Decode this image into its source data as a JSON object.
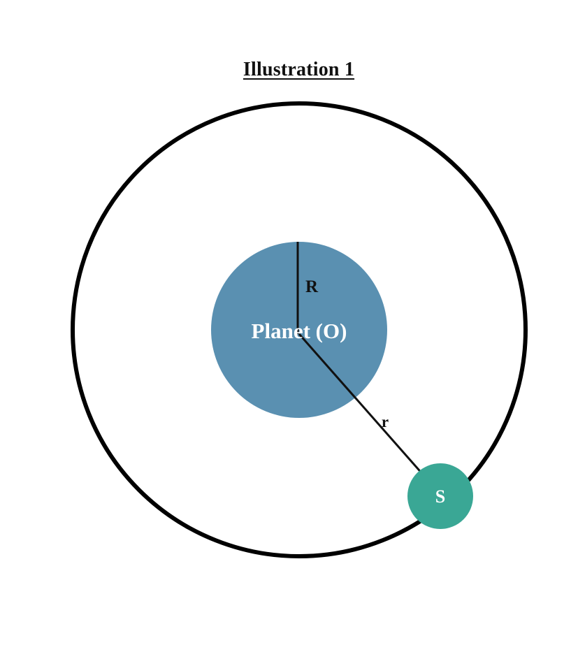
{
  "title": "Illustration 1",
  "planet": {
    "label": "Planet (O)",
    "color": "#5a90b1"
  },
  "satellite": {
    "label": "S",
    "color": "#3aa795"
  },
  "labels": {
    "planet_radius": "R",
    "orbit_radius": "r"
  },
  "colors": {
    "orbit": "#000000",
    "text_dark": "#111111",
    "text_light": "#ffffff"
  }
}
